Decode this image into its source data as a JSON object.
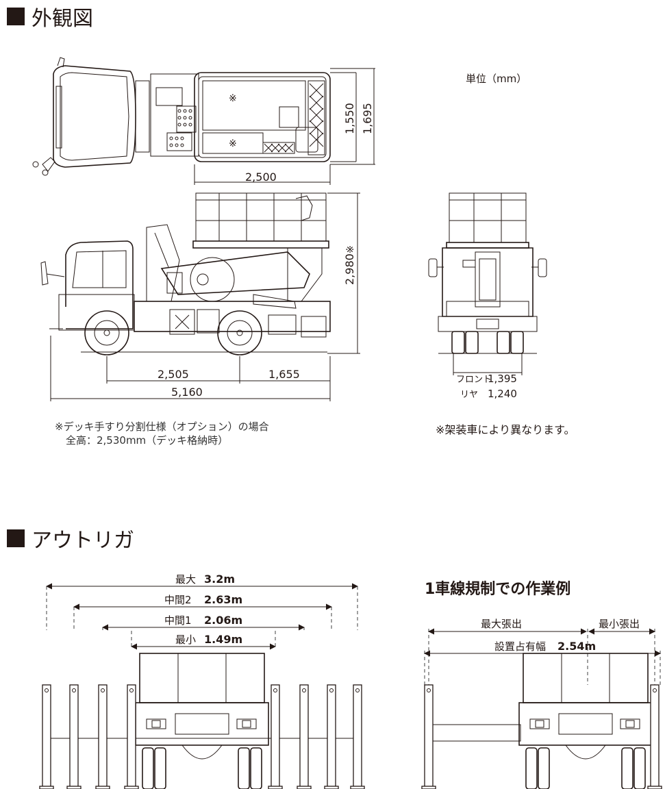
{
  "section1": {
    "title": "外観図"
  },
  "unit_label": "単位（mm）",
  "top_view": {
    "dim_length": "2,500",
    "dim_width_inner": "1,550",
    "dim_width_outer": "1,695"
  },
  "side_view": {
    "dim_height": "2,980",
    "height_mark": "※",
    "dim_wheelbase": "2,505",
    "dim_rear": "1,655",
    "dim_total": "5,160"
  },
  "front_view": {
    "tread_front_label": "フロント",
    "tread_front": "1,395",
    "tread_rear_label": "リヤ",
    "tread_rear": "1,240"
  },
  "notes": {
    "left_line1": "※デッキ手すり分割仕様（オプション）の場合",
    "left_line2": "全高：2,530mm（デッキ格納時）",
    "right": "※架装車により異なります。"
  },
  "section2": {
    "title": "アウトリガ"
  },
  "outrigger": {
    "widths": [
      {
        "label": "最大",
        "value": "3.2m"
      },
      {
        "label": "中間2",
        "value": "2.63m"
      },
      {
        "label": "中間1",
        "value": "2.06m"
      },
      {
        "label": "最小",
        "value": "1.49m"
      }
    ]
  },
  "example": {
    "title": "1車線規制での作業例",
    "max_extension": "最大張出",
    "min_extension": "最小張出",
    "occupied_label": "設置占有幅",
    "occupied_value": "2.54m"
  }
}
